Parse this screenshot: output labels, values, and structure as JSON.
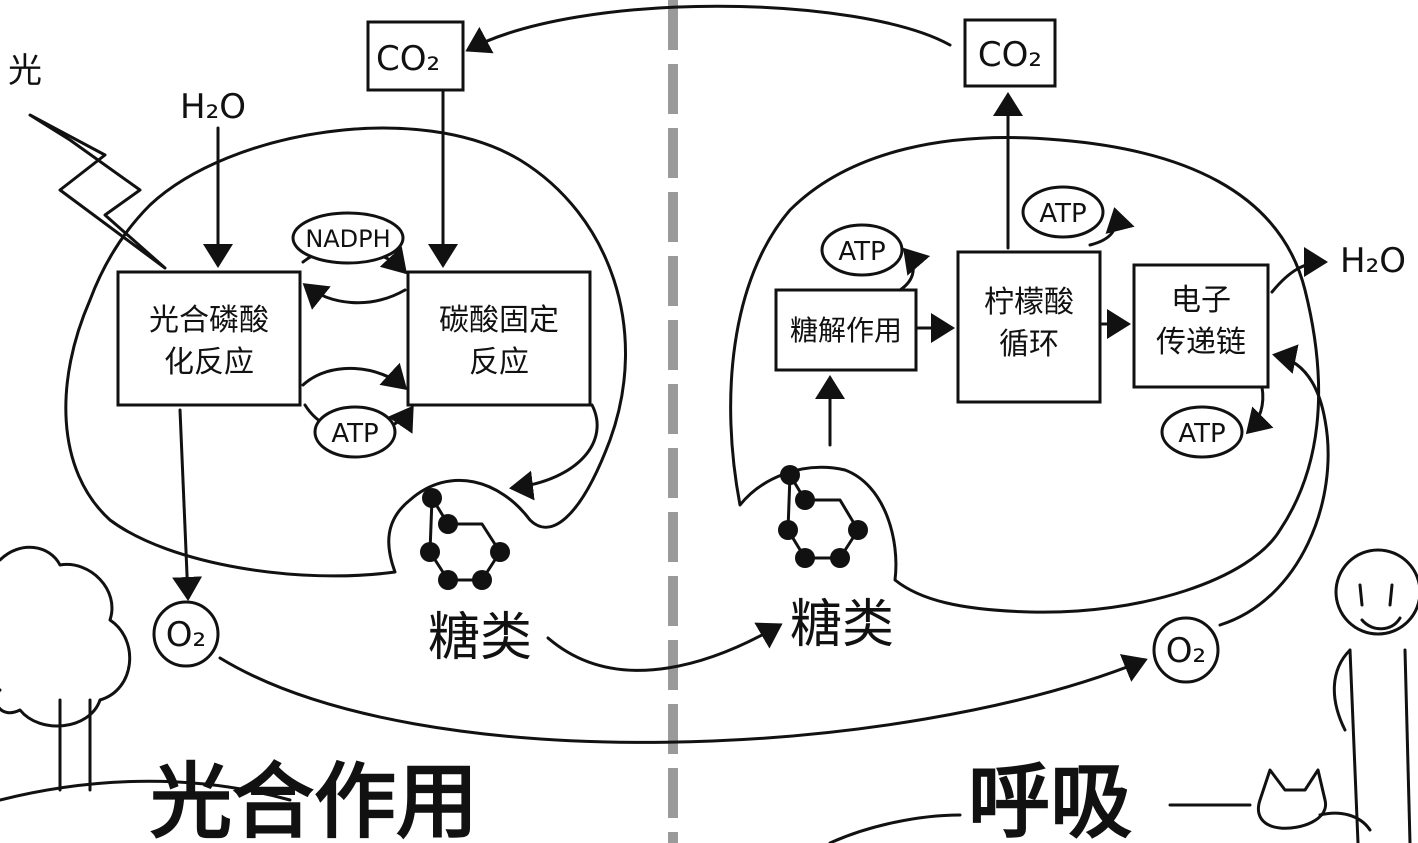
{
  "left": {
    "light": "光",
    "h2o_in": "H₂O",
    "co2_in": "CO₂",
    "nadph": "NADPH",
    "atp": "ATP",
    "box_photophos_1": "光合磷酸",
    "box_photophos_2": "化反应",
    "box_carbon_1": "碳酸固定",
    "box_carbon_2": "反应",
    "sugar": "糖类",
    "o2_out": "O₂",
    "title": "光合作用"
  },
  "right": {
    "co2_out": "CO₂",
    "h2o_out": "H₂O",
    "atp_1": "ATP",
    "atp_2": "ATP",
    "atp_3": "ATP",
    "box_glycolysis": "糖解作用",
    "box_citric_1": "柠檬酸",
    "box_citric_2": "循环",
    "box_etc_1": "电子",
    "box_etc_2": "传递链",
    "sugar": "糖类",
    "o2_in": "O₂",
    "title": "呼吸"
  },
  "colors": {
    "ink": "#111111",
    "paper": "#ffffff",
    "divider": "#9a9a9a"
  }
}
